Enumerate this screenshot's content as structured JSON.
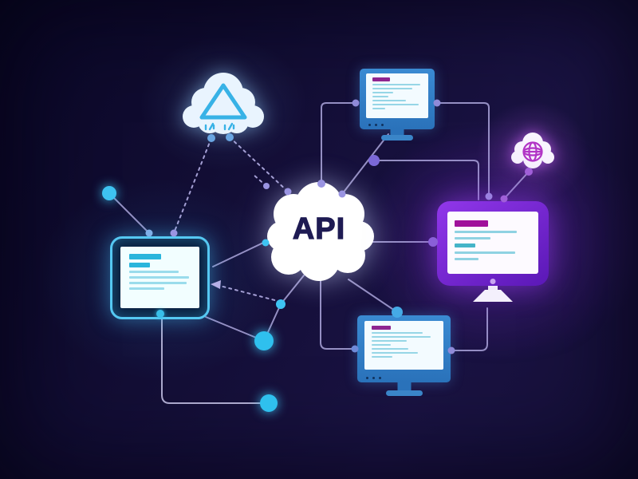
{
  "illustration": {
    "center_label": "API"
  },
  "icons": {
    "center": "api-cloud",
    "top_left": "cloud-triangle-upload-icon",
    "right": "cloud-globe-icon"
  },
  "colors": {
    "background": "#130e36",
    "connector_line": "#b5afe5",
    "node_cyan": "#3ec3f2",
    "monitor_frame_blue": "#2f80c8",
    "monitor_frame_purple": "#7a2ad6",
    "tablet_border": "#55c8f2",
    "screen_title_bar": "#9c1694",
    "screen_text_line": "#96d6e6",
    "api_text": "#1e1b53"
  },
  "screens": {
    "monitor_top": {
      "lines": [
        {
          "w": 22,
          "h": 5,
          "c": "#8e2590"
        },
        {
          "w": 60,
          "h": 2,
          "c": "#96d6e6"
        },
        {
          "w": 50,
          "h": 2,
          "c": "#96d6e6"
        },
        {
          "w": 26,
          "h": 2,
          "c": "#96d6e6"
        },
        {
          "w": 20,
          "h": 2,
          "c": "#96d6e6"
        },
        {
          "w": 42,
          "h": 2,
          "c": "#96d6e6"
        },
        {
          "w": 58,
          "h": 2,
          "c": "#96d6e6"
        },
        {
          "w": 16,
          "h": 2,
          "c": "#96d6e6"
        }
      ]
    },
    "monitor_right": {
      "lines": [
        {
          "w": 42,
          "h": 8,
          "c": "#a0119b"
        },
        {
          "w": 78,
          "h": 3,
          "c": "#8fd2e2"
        },
        {
          "w": 45,
          "h": 3,
          "c": "#8fd2e2"
        },
        {
          "w": 26,
          "h": 5,
          "c": "#45b4c8"
        },
        {
          "w": 76,
          "h": 3,
          "c": "#8fd2e2"
        },
        {
          "w": 30,
          "h": 3,
          "c": "#8fd2e2"
        }
      ]
    },
    "monitor_bottom": {
      "lines": [
        {
          "w": 24,
          "h": 5,
          "c": "#8e2590"
        },
        {
          "w": 64,
          "h": 2,
          "c": "#96d6e6"
        },
        {
          "w": 74,
          "h": 2,
          "c": "#96d6e6"
        },
        {
          "w": 44,
          "h": 2,
          "c": "#96d6e6"
        },
        {
          "w": 24,
          "h": 2,
          "c": "#96d6e6"
        },
        {
          "w": 46,
          "h": 2,
          "c": "#96d6e6"
        },
        {
          "w": 58,
          "h": 2,
          "c": "#96d6e6"
        },
        {
          "w": 26,
          "h": 2,
          "c": "#96d6e6"
        }
      ]
    },
    "tablet": {
      "lines": [
        {
          "w": 40,
          "h": 7,
          "c": "#2ab5dc"
        },
        {
          "w": 26,
          "h": 6,
          "c": "#2ab5dc"
        },
        {
          "w": 62,
          "h": 3,
          "c": "#9adcec"
        },
        {
          "w": 75,
          "h": 3,
          "c": "#9adcec"
        },
        {
          "w": 72,
          "h": 3,
          "c": "#9adcec"
        },
        {
          "w": 44,
          "h": 3,
          "c": "#9adcec"
        }
      ]
    }
  }
}
